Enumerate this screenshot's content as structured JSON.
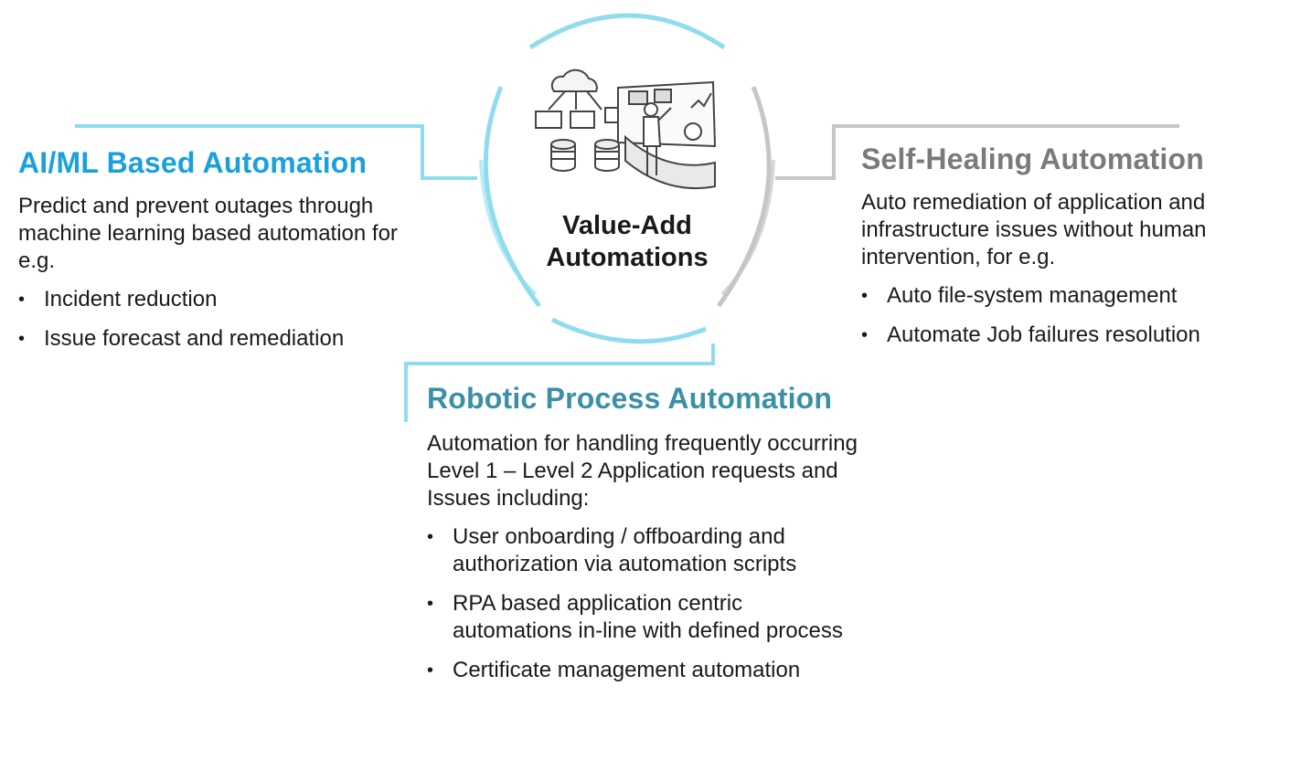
{
  "center": {
    "title_line1": "Value-Add",
    "title_line2": "Automations",
    "illustration_icon": "data-center-operator-illustration"
  },
  "aiml": {
    "title": "AI/ML Based Automation",
    "description": "Predict and prevent outages through machine learning based automation for e.g.",
    "bullets": [
      "Incident reduction",
      "Issue forecast and remediation"
    ]
  },
  "self_healing": {
    "title": "Self-Healing Automation",
    "description": "Auto remediation of application and  infrastructure issues without human intervention, for e.g.",
    "bullets": [
      "Auto file-system management",
      "Automate Job failures resolution"
    ]
  },
  "rpa": {
    "title": "Robotic Process Automation",
    "description": "Automation for handling frequently occurring Level 1 – Level 2 Application requests and Issues including:",
    "bullets": [
      "User onboarding / offboarding and authorization via automation scripts",
      "RPA based application centric automations in-line with defined process",
      "Certificate management automation"
    ]
  },
  "colors": {
    "aiml": "#1aa0dc",
    "self_healing": "#7a7a7a",
    "rpa": "#3b8fa6",
    "ring_light": "#8fdcef",
    "ring_gray": "#c6c6c6"
  },
  "bullet_glyph": "•"
}
